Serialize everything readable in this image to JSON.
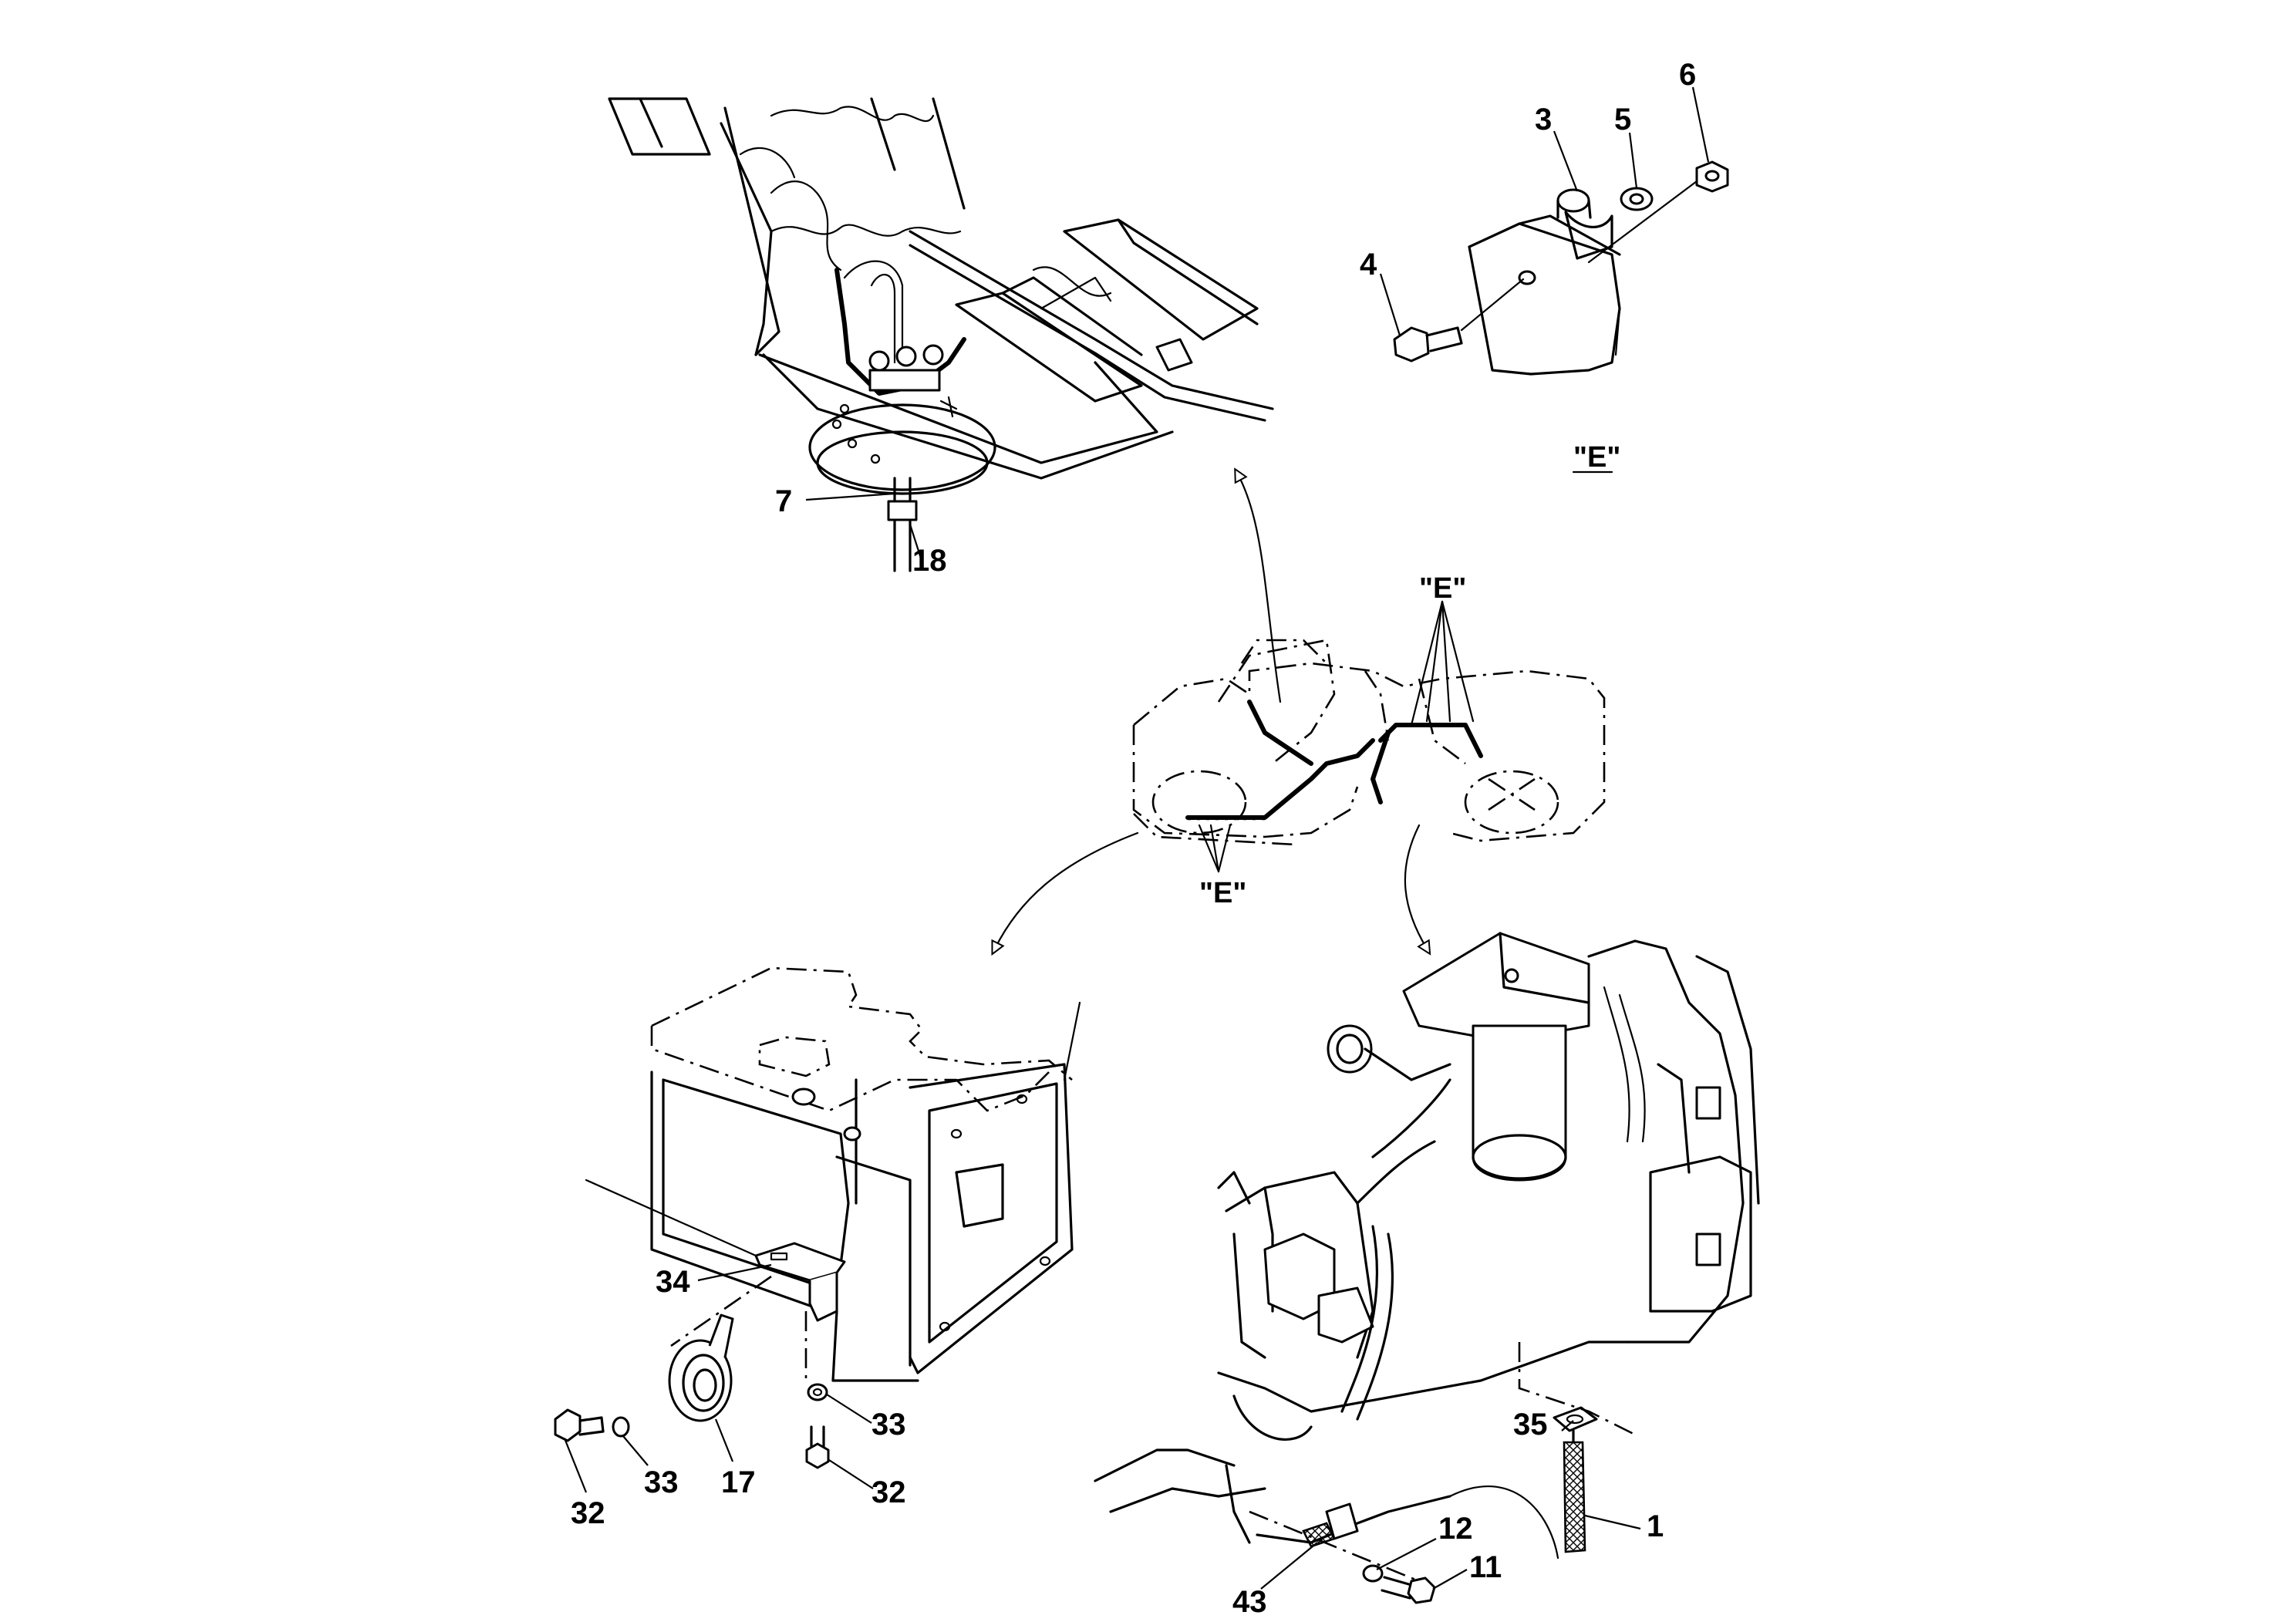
{
  "diagram": {
    "view_tags": {
      "detail_view": "\"E\"",
      "upper_group": "\"E\"",
      "lower_group": "\"E\""
    },
    "callouts": {
      "c3": "3",
      "c4": "4",
      "c5": "5",
      "c6": "6",
      "c7": "7",
      "c18": "18",
      "c34": "34",
      "c32a": "32",
      "c33a": "33",
      "c17": "17",
      "c33b": "33",
      "c32b": "32",
      "c35": "35",
      "c1": "1",
      "c12": "12",
      "c11": "11",
      "c43": "43"
    }
  }
}
